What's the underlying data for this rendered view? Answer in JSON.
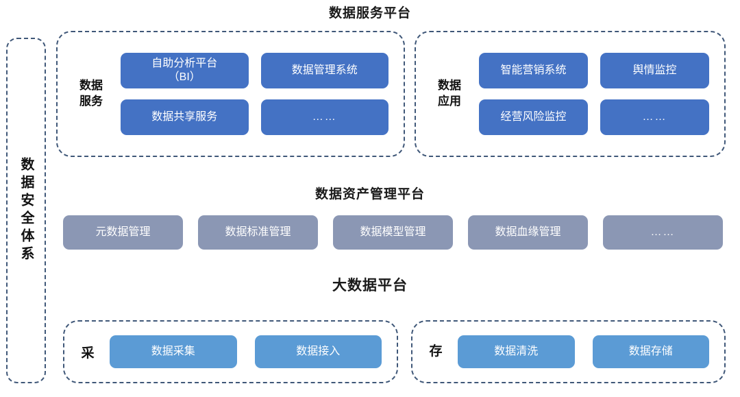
{
  "diagram": {
    "titles": {
      "service_platform": "数据服务平台",
      "asset_platform": "数据资产管理平台",
      "bigdata_platform": "大数据平台"
    },
    "security_spine": {
      "label": "数据安全体系"
    },
    "service_platform": {
      "groups": [
        {
          "label": "数据\n服务",
          "label_lines": [
            "数据",
            "服务"
          ],
          "tiles": [
            {
              "text": "自助分析平台\n（BI）",
              "lines": [
                "自助分析平台",
                "（BI）"
              ],
              "style": "blue"
            },
            {
              "text": "数据管理系统",
              "lines": [
                "数据管理系统"
              ],
              "style": "blue"
            },
            {
              "text": "数据共享服务",
              "lines": [
                "数据共享服务"
              ],
              "style": "blue"
            },
            {
              "text": "……",
              "lines": [
                "……"
              ],
              "style": "blue",
              "is_ellipsis": true
            }
          ]
        },
        {
          "label": "数据\n应用",
          "label_lines": [
            "数据",
            "应用"
          ],
          "tiles": [
            {
              "text": "智能营销系统",
              "lines": [
                "智能营销系统"
              ],
              "style": "blue"
            },
            {
              "text": "舆情监控",
              "lines": [
                "舆情监控"
              ],
              "style": "blue"
            },
            {
              "text": "经营风险监控",
              "lines": [
                "经营风险监控"
              ],
              "style": "blue"
            },
            {
              "text": "……",
              "lines": [
                "……"
              ],
              "style": "blue",
              "is_ellipsis": true
            }
          ]
        }
      ]
    },
    "asset_platform": {
      "tiles": [
        {
          "text": "元数据管理",
          "style": "gray"
        },
        {
          "text": "数据标准管理",
          "style": "gray"
        },
        {
          "text": "数据模型管理",
          "style": "gray"
        },
        {
          "text": "数据血缘管理",
          "style": "gray"
        },
        {
          "text": "……",
          "style": "gray",
          "is_ellipsis": true
        }
      ]
    },
    "bigdata_platform": {
      "groups": [
        {
          "label": "采",
          "tiles": [
            {
              "text": "数据采集",
              "style": "light"
            },
            {
              "text": "数据接入",
              "style": "light"
            }
          ]
        },
        {
          "label": "存",
          "tiles": [
            {
              "text": "数据清洗",
              "style": "light"
            },
            {
              "text": "数据存储",
              "style": "light"
            }
          ]
        }
      ]
    },
    "colors": {
      "tile_blue": "#4472c4",
      "tile_light_blue": "#5b9bd5",
      "tile_gray_blue": "#8b97b4",
      "dashed_border": "#3f5778",
      "title_text": "#1a1a1a",
      "tile_text": "#ffffff",
      "background": "#ffffff"
    }
  }
}
